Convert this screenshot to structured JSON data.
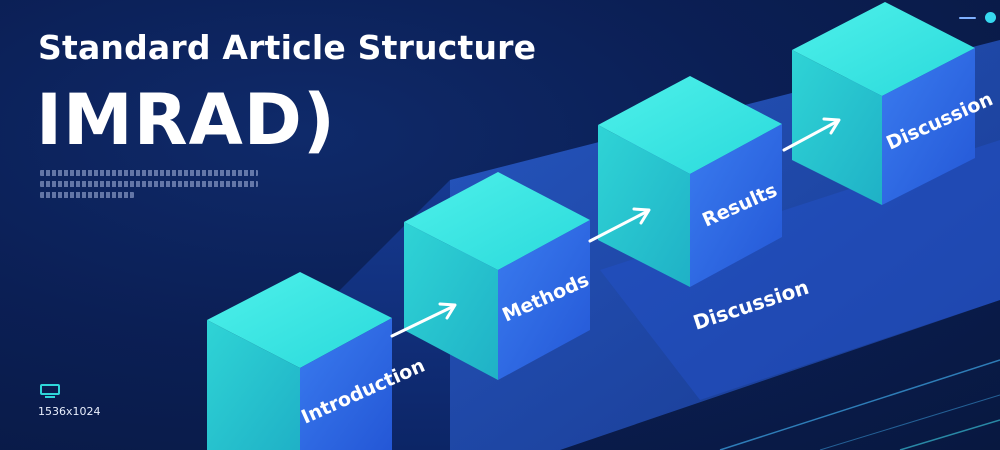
{
  "title": {
    "line1": "Standard Article Structure",
    "line2": "IMRAD)"
  },
  "blurb": {
    "lines": 3
  },
  "steps": [
    {
      "label": "Introduction"
    },
    {
      "label": "Methods"
    },
    {
      "label": "Results"
    },
    {
      "label": "Discussion"
    }
  ],
  "floating_label": "Discussion",
  "footer": {
    "dimensions": "1536x1024",
    "icon": "monitor-icon"
  },
  "window_controls": {
    "dash": "minimize-icon",
    "dot": "status-dot-icon"
  },
  "colors": {
    "background": "#0b1d4f",
    "platform": "#1e49b5",
    "cube_top": "#3fe6e2",
    "cube_left": "#25c9d2",
    "cube_right": "#2e6de8",
    "arrow": "#ffffff",
    "text": "#ffffff"
  }
}
